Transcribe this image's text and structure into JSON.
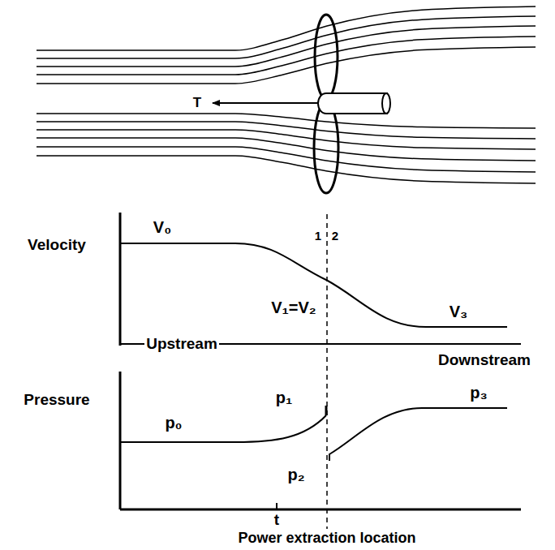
{
  "diagram": {
    "labels": [
      "T",
      "Velocity",
      "V₀",
      "1",
      "2",
      "V₁=V₂",
      "V₃",
      "Upstream",
      "Downstream",
      "Pressure",
      "p₀",
      "p₁",
      "p₂",
      "p₃",
      "t",
      "Power extraction location"
    ]
  }
}
